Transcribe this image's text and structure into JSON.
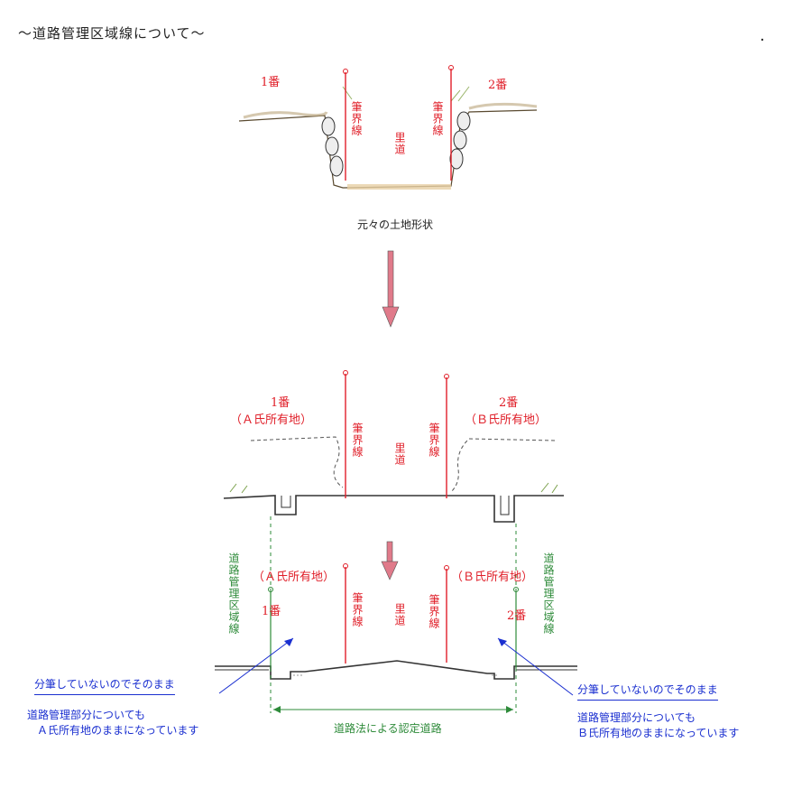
{
  "title": "〜道路管理区域線について〜",
  "top_diagram": {
    "lot_left": "1番",
    "lot_right": "2番",
    "boundary_label": "筆界線",
    "road_label": "里道",
    "caption": "元々の土地形状"
  },
  "middle_diagram": {
    "lot_left": "1番",
    "owner_left": "（Ａ氏所有地）",
    "lot_right": "2番",
    "owner_right": "（Ｂ氏所有地）",
    "boundary_label": "筆界線",
    "road_label": "里道"
  },
  "bottom_diagram": {
    "mgmt_line_label": "道路管理区域線",
    "owner_left": "（Ａ氏所有地）",
    "lot_left": "1番",
    "owner_right": "（Ｂ氏所有地）",
    "lot_right": "2番",
    "boundary_label": "筆界線",
    "road_label": "里道",
    "span_label": "道路法による認定道路",
    "note_left_underlined": "分筆していないのでそのまま",
    "note_left_line1": "道路管理部分についても",
    "note_left_line2": "Ａ氏所有地のままになっています",
    "note_right_underlined": "分筆していないのでそのまま",
    "note_right_line1": "道路管理部分についても",
    "note_right_line2": "Ｂ氏所有地のままになっています"
  },
  "colors": {
    "boundary": "#e0202a",
    "mgmt_line": "#2e8b3a",
    "note": "#1a2fd0",
    "arrow": "#e07a8a"
  }
}
